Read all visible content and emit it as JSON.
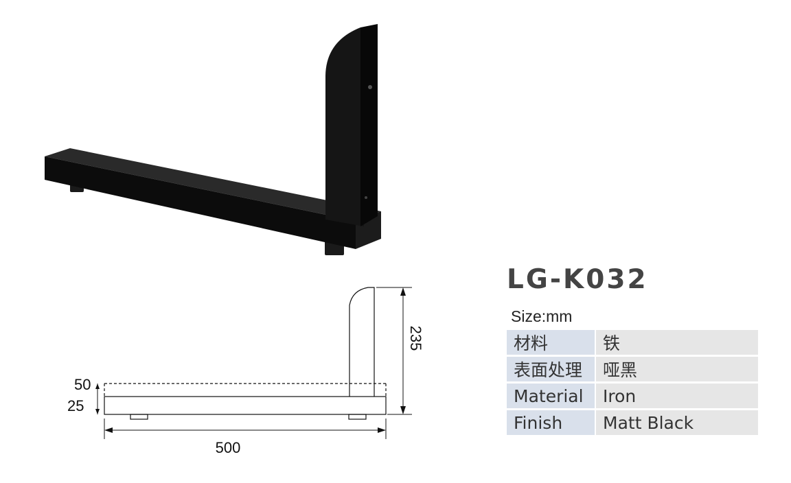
{
  "product": {
    "model": "LG-K032",
    "size_label": "Size:mm"
  },
  "specs": [
    {
      "key": "材料",
      "value": "铁"
    },
    {
      "key": "表面处理",
      "value": "哑黑"
    },
    {
      "key": "Material",
      "value": "Iron"
    },
    {
      "key": "Finish",
      "value": "Matt Black"
    }
  ],
  "drawing": {
    "dim_length": "500",
    "dim_height": "235",
    "dim_foot": "50",
    "dim_bar": "25"
  },
  "colors": {
    "product": "#111111",
    "key_cell": "#d9e0eb",
    "value_cell": "#e6e6e6"
  }
}
